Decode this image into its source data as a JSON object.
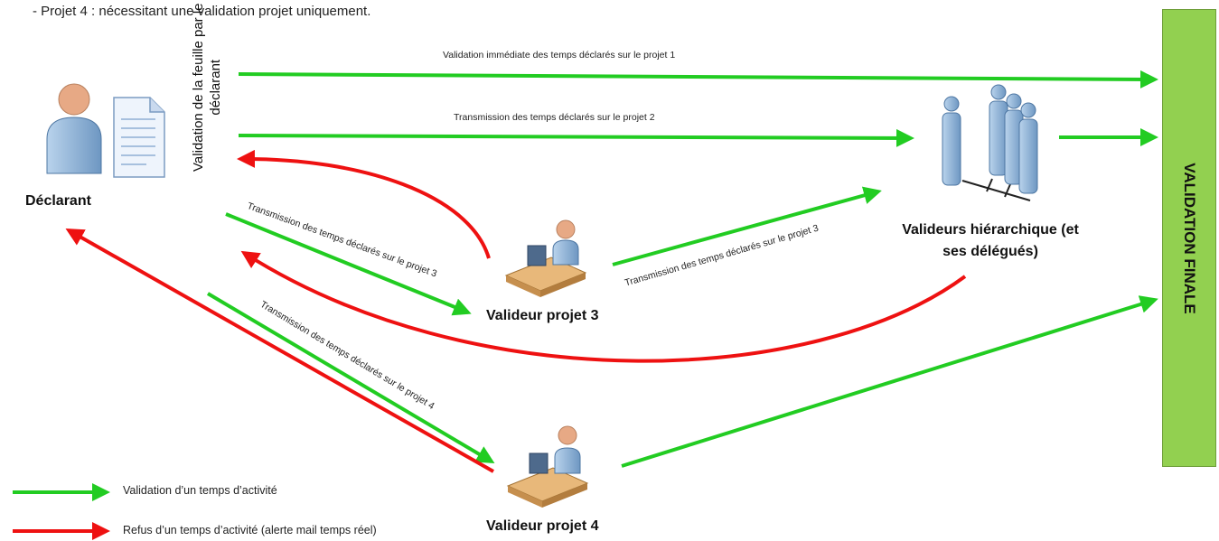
{
  "header": {
    "text": "- Projet 4 : nécessitant une validation projet uniquement."
  },
  "actors": {
    "declarant": "Déclarant",
    "sheet_validation_line1": "Validation de la feuille par le",
    "sheet_validation_line2": "déclarant",
    "hierarchical_line1": "Valideurs hiérarchique (et",
    "hierarchical_line2": "ses délégués)",
    "validator3": "Valideur projet 3",
    "validator4": "Valideur projet 4",
    "final": "VALIDATION FINALE"
  },
  "arrow_labels": {
    "project1": "Validation immédiate des temps déclarés sur le projet 1",
    "project2": "Transmission des temps déclarés sur le projet 2",
    "project3_to_v3": "Transmission des temps déclarés sur le projet 3",
    "project3_to_h": "Transmission des temps déclarés sur le  projet 3",
    "project4": "Transmission des temps déclarés sur le projet 4"
  },
  "legend": {
    "accept": "Validation d’un temps d’activité",
    "refuse": "Refus d’un temps d’activité (alerte mail temps réel)"
  },
  "colors": {
    "accept": "#22CC22",
    "refuse": "#EE1111",
    "final_box": "#92D050",
    "person": "#8EB4D8"
  }
}
